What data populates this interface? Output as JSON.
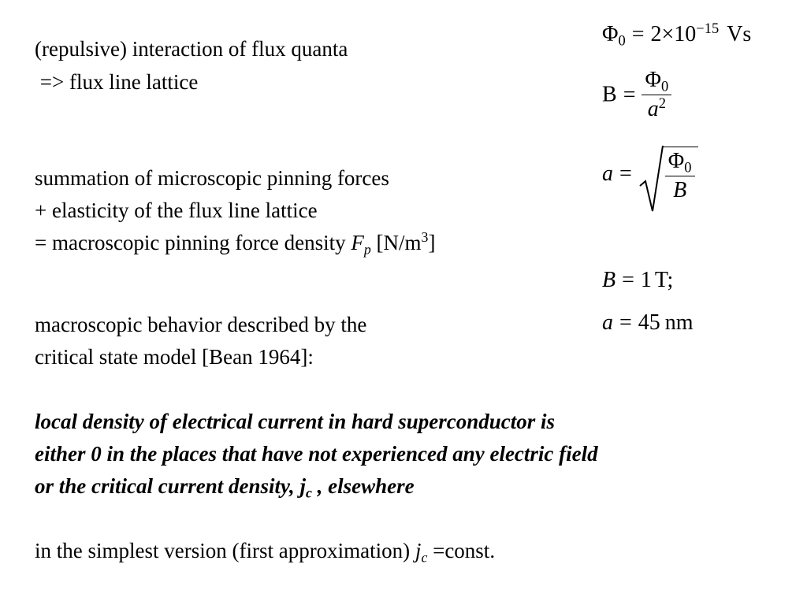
{
  "left_text": {
    "l1": "(repulsive) interaction of flux quanta",
    "l2": " => flux line lattice",
    "l3": "summation of microscopic pinning forces",
    "l4": "+ elasticity of the flux line lattice",
    "l5_a": "= macroscopic pinning force density ",
    "l5_F": "F",
    "l5_p": "p",
    "l5_b": " [N/m",
    "l5_exp": "3",
    "l5_c": "]",
    "l6": "macroscopic behavior described by the",
    "l7": "critical state model [Bean 1964]:",
    "l8": "local density of electrical current in hard superconductor is",
    "l9": "either 0 in the places that have not experienced any electric field",
    "l10_a": "or the critical current density",
    "l10_comma": ", ",
    "l10_j": "j",
    "l10_c": "c",
    "l10_b": " , elsewhere",
    "l11_a": "in the simplest version (first approximation) ",
    "l11_j": "j",
    "l11_c": "c",
    "l11_b": " =const."
  },
  "equations": {
    "eq1": {
      "sym": "Φ",
      "sub": "0",
      "eq": "=",
      "coef": "2×10",
      "exp": "−15",
      "unit": "Vs"
    },
    "eq2": {
      "lhs": "B",
      "eq": "=",
      "num_sym": "Φ",
      "num_sub": "0",
      "den": "a",
      "den_exp": "2"
    },
    "eq3": {
      "lhs": "a",
      "eq": "=",
      "num_sym": "Φ",
      "num_sub": "0",
      "den": "B"
    },
    "eq4": {
      "lhs": "B",
      "eq": "=",
      "val": "1",
      "unit": "T;"
    },
    "eq5": {
      "lhs": "a",
      "eq": "=",
      "val": "45",
      "unit": "nm"
    }
  }
}
